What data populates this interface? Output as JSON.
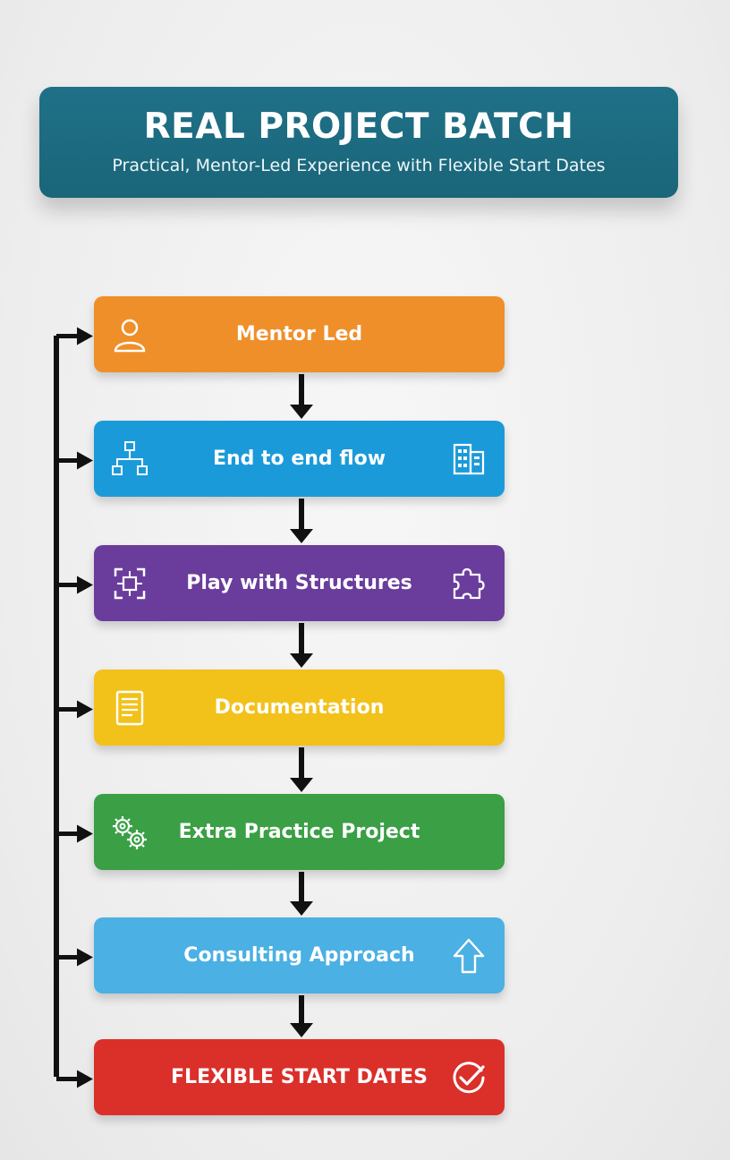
{
  "header": {
    "title": "REAL PROJECT BATCH",
    "subtitle": "Practical, Mentor-Led Experience with Flexible Start Dates",
    "color": "#1a6579"
  },
  "steps": [
    {
      "label": "Mentor Led",
      "color": "#ef8f2a",
      "icon_left": "user-icon",
      "icon_right": ""
    },
    {
      "label": "End to end flow",
      "color": "#1b9ad9",
      "icon_left": "flowchart-icon",
      "icon_right": "building-icon"
    },
    {
      "label": "Play with Structures",
      "color": "#6a3d9c",
      "icon_left": "frame-structure-icon",
      "icon_right": "puzzle-icon"
    },
    {
      "label": "Documentation",
      "color": "#f2c21a",
      "icon_left": "document-icon",
      "icon_right": ""
    },
    {
      "label": "Extra Practice Project",
      "color": "#3a9f45",
      "icon_left": "gears-icon",
      "icon_right": ""
    },
    {
      "label": "Consulting Approach",
      "color": "#4bb0e3",
      "icon_left": "",
      "icon_right": "arrow-up-icon"
    },
    {
      "label": "FLEXIBLE START DATES",
      "color": "#db2f2a",
      "icon_left": "",
      "icon_right": "check-circle-icon"
    }
  ]
}
